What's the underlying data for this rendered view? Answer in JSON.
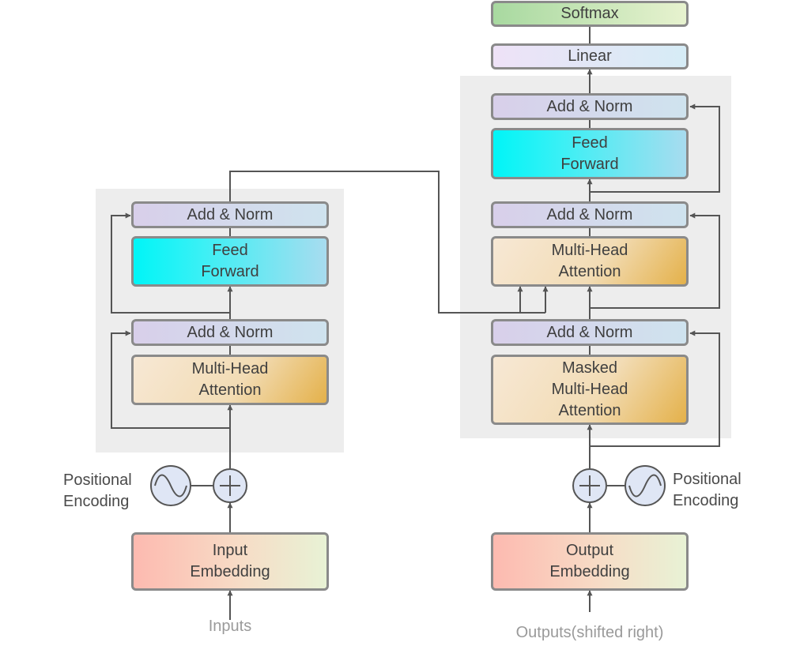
{
  "encoder": {
    "add_norm_top": "Add & Norm",
    "feed_forward": "Feed\nForward",
    "add_norm_bottom": "Add & Norm",
    "attention": "Multi-Head\nAttention",
    "embedding": "Input\nEmbedding",
    "positional": "Positional\nEncoding",
    "input_caption": "Inputs"
  },
  "decoder": {
    "softmax": "Softmax",
    "linear": "Linear",
    "add_norm_top": "Add & Norm",
    "feed_forward": "Feed\nForward",
    "add_norm_mid": "Add & Norm",
    "cross_attention": "Multi-Head\nAttention",
    "add_norm_bottom": "Add & Norm",
    "masked_attention": "Masked\nMulti-Head\nAttention",
    "embedding": "Output\nEmbedding",
    "positional": "Positional\nEncoding",
    "output_caption": "Outputs(shifted right)"
  },
  "colors": {
    "line": "#555555",
    "panel": "#ededed",
    "border": "#8a8a8a"
  }
}
